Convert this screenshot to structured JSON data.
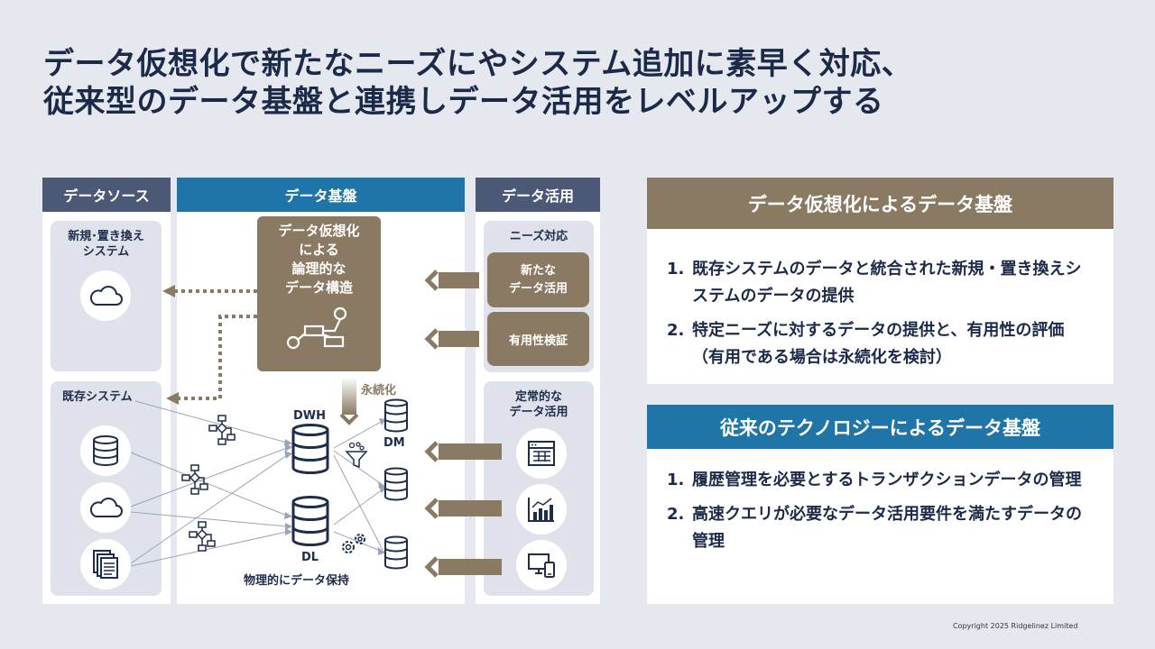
{
  "title": {
    "line1": "データ仮想化で新たなニーズにやシステム追加に素早く対応、",
    "line2": "従来型のデータ基盤と連携しデータ活用をレベルアップする"
  },
  "diagram": {
    "data_source": {
      "header": "データソース",
      "new_systems_label": "新規･置き換え\nシステム",
      "existing_systems_label": "既存システム"
    },
    "data_platform": {
      "header": "データ基盤",
      "virtual_box": "データ仮想化\nによる\n論理的な\nデータ構造",
      "persist_label": "永続化",
      "dwh_label": "DWH",
      "dm_label": "DM",
      "dl_label": "DL",
      "physical_label": "物理的にデータ保持"
    },
    "data_use": {
      "header": "データ活用",
      "needs_label": "ニーズ対応",
      "new_use_box": "新たな\nデータ活用",
      "validation_box": "有用性検証",
      "regular_label": "定常的な\nデータ活用"
    }
  },
  "right_panel": {
    "virtual": {
      "header": "データ仮想化によるデータ基盤",
      "items": [
        {
          "num": "1.",
          "text": "既存システムのデータと統合された新規・置き換えシステムのデータの提供"
        },
        {
          "num": "2.",
          "text": "特定ニーズに対するデータの提供と、有用性の評価（有用である場合は永続化を検討）"
        }
      ]
    },
    "traditional": {
      "header": "従来のテクノロジーによるデータ基盤",
      "items": [
        {
          "num": "1.",
          "text": "履歴管理を必要とするトランザクションデータの管理"
        },
        {
          "num": "2.",
          "text": "高速クエリが必要なデータ活用要件を満たすデータの管理"
        }
      ]
    }
  },
  "copyright": "Copyright 2025 Ridgelinez Limited",
  "colors": {
    "background": "#e5e8ef",
    "navy": "#4b5876",
    "blue": "#1f74a8",
    "brown": "#8a7a63",
    "panel": "#dfe2ea"
  }
}
